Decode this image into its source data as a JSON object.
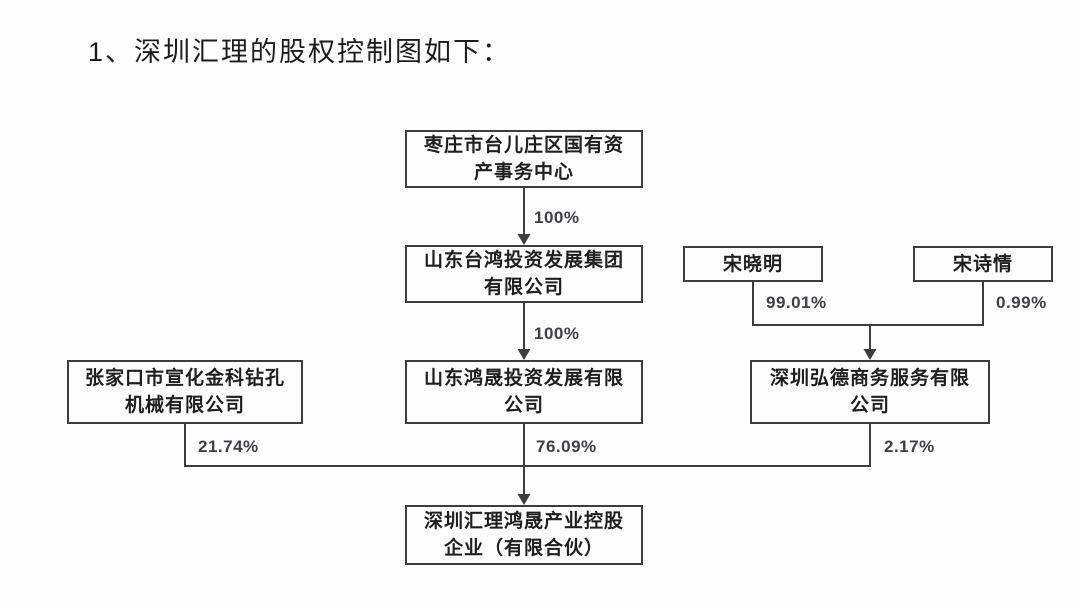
{
  "page": {
    "title": "1、深圳汇理的股权控制图如下："
  },
  "colors": {
    "ink": "#1f1f1f",
    "line": "#3d3d3d",
    "background": "#fdfdfd"
  },
  "diagram": {
    "type": "equity-control-chart",
    "nodes": [
      {
        "id": "zaozhuang-sasac",
        "text": "枣庄市台儿庄区国有资产事务中心",
        "lines": [
          "枣庄市台儿庄区国有资",
          "产事务中心"
        ]
      },
      {
        "id": "shandong-taihong",
        "text": "山东台鸿投资发展集团有限公司",
        "lines": [
          "山东台鸿投资发展集团",
          "有限公司"
        ]
      },
      {
        "id": "song-xiaoming",
        "text": "宋晓明",
        "lines": [
          "宋晓明"
        ]
      },
      {
        "id": "song-shiqing",
        "text": "宋诗情",
        "lines": [
          "宋诗情"
        ]
      },
      {
        "id": "zhangjiakou-jinke",
        "text": "张家口市宣化金科钻孔机械有限公司",
        "lines": [
          "张家口市宣化金科钻孔",
          "机械有限公司"
        ]
      },
      {
        "id": "shandong-hongsheng",
        "text": "山东鸿晟投资发展有限公司",
        "lines": [
          "山东鸿晟投资发展有限",
          "公司"
        ]
      },
      {
        "id": "shenzhen-hongde",
        "text": "深圳弘德商务服务有限公司",
        "lines": [
          "深圳弘德商务服务有限",
          "公司"
        ]
      },
      {
        "id": "shenzhen-huili-hongsheng",
        "text": "深圳汇理鸿晟产业控股企业（有限合伙）",
        "lines": [
          "深圳汇理鸿晟产业控股",
          "企业（有限合伙）"
        ]
      }
    ],
    "edges": [
      {
        "from": "zaozhuang-sasac",
        "to": "shandong-taihong",
        "label": "100%"
      },
      {
        "from": "shandong-taihong",
        "to": "shandong-hongsheng",
        "label": "100%"
      },
      {
        "from": "song-xiaoming",
        "to": "shenzhen-hongde",
        "label": "99.01%"
      },
      {
        "from": "song-shiqing",
        "to": "shenzhen-hongde",
        "label": "0.99%"
      },
      {
        "from": "zhangjiakou-jinke",
        "to": "shenzhen-huili-hongsheng",
        "label": "21.74%"
      },
      {
        "from": "shandong-hongsheng",
        "to": "shenzhen-huili-hongsheng",
        "label": "76.09%"
      },
      {
        "from": "shenzhen-hongde",
        "to": "shenzhen-huili-hongsheng",
        "label": "2.17%"
      }
    ]
  }
}
